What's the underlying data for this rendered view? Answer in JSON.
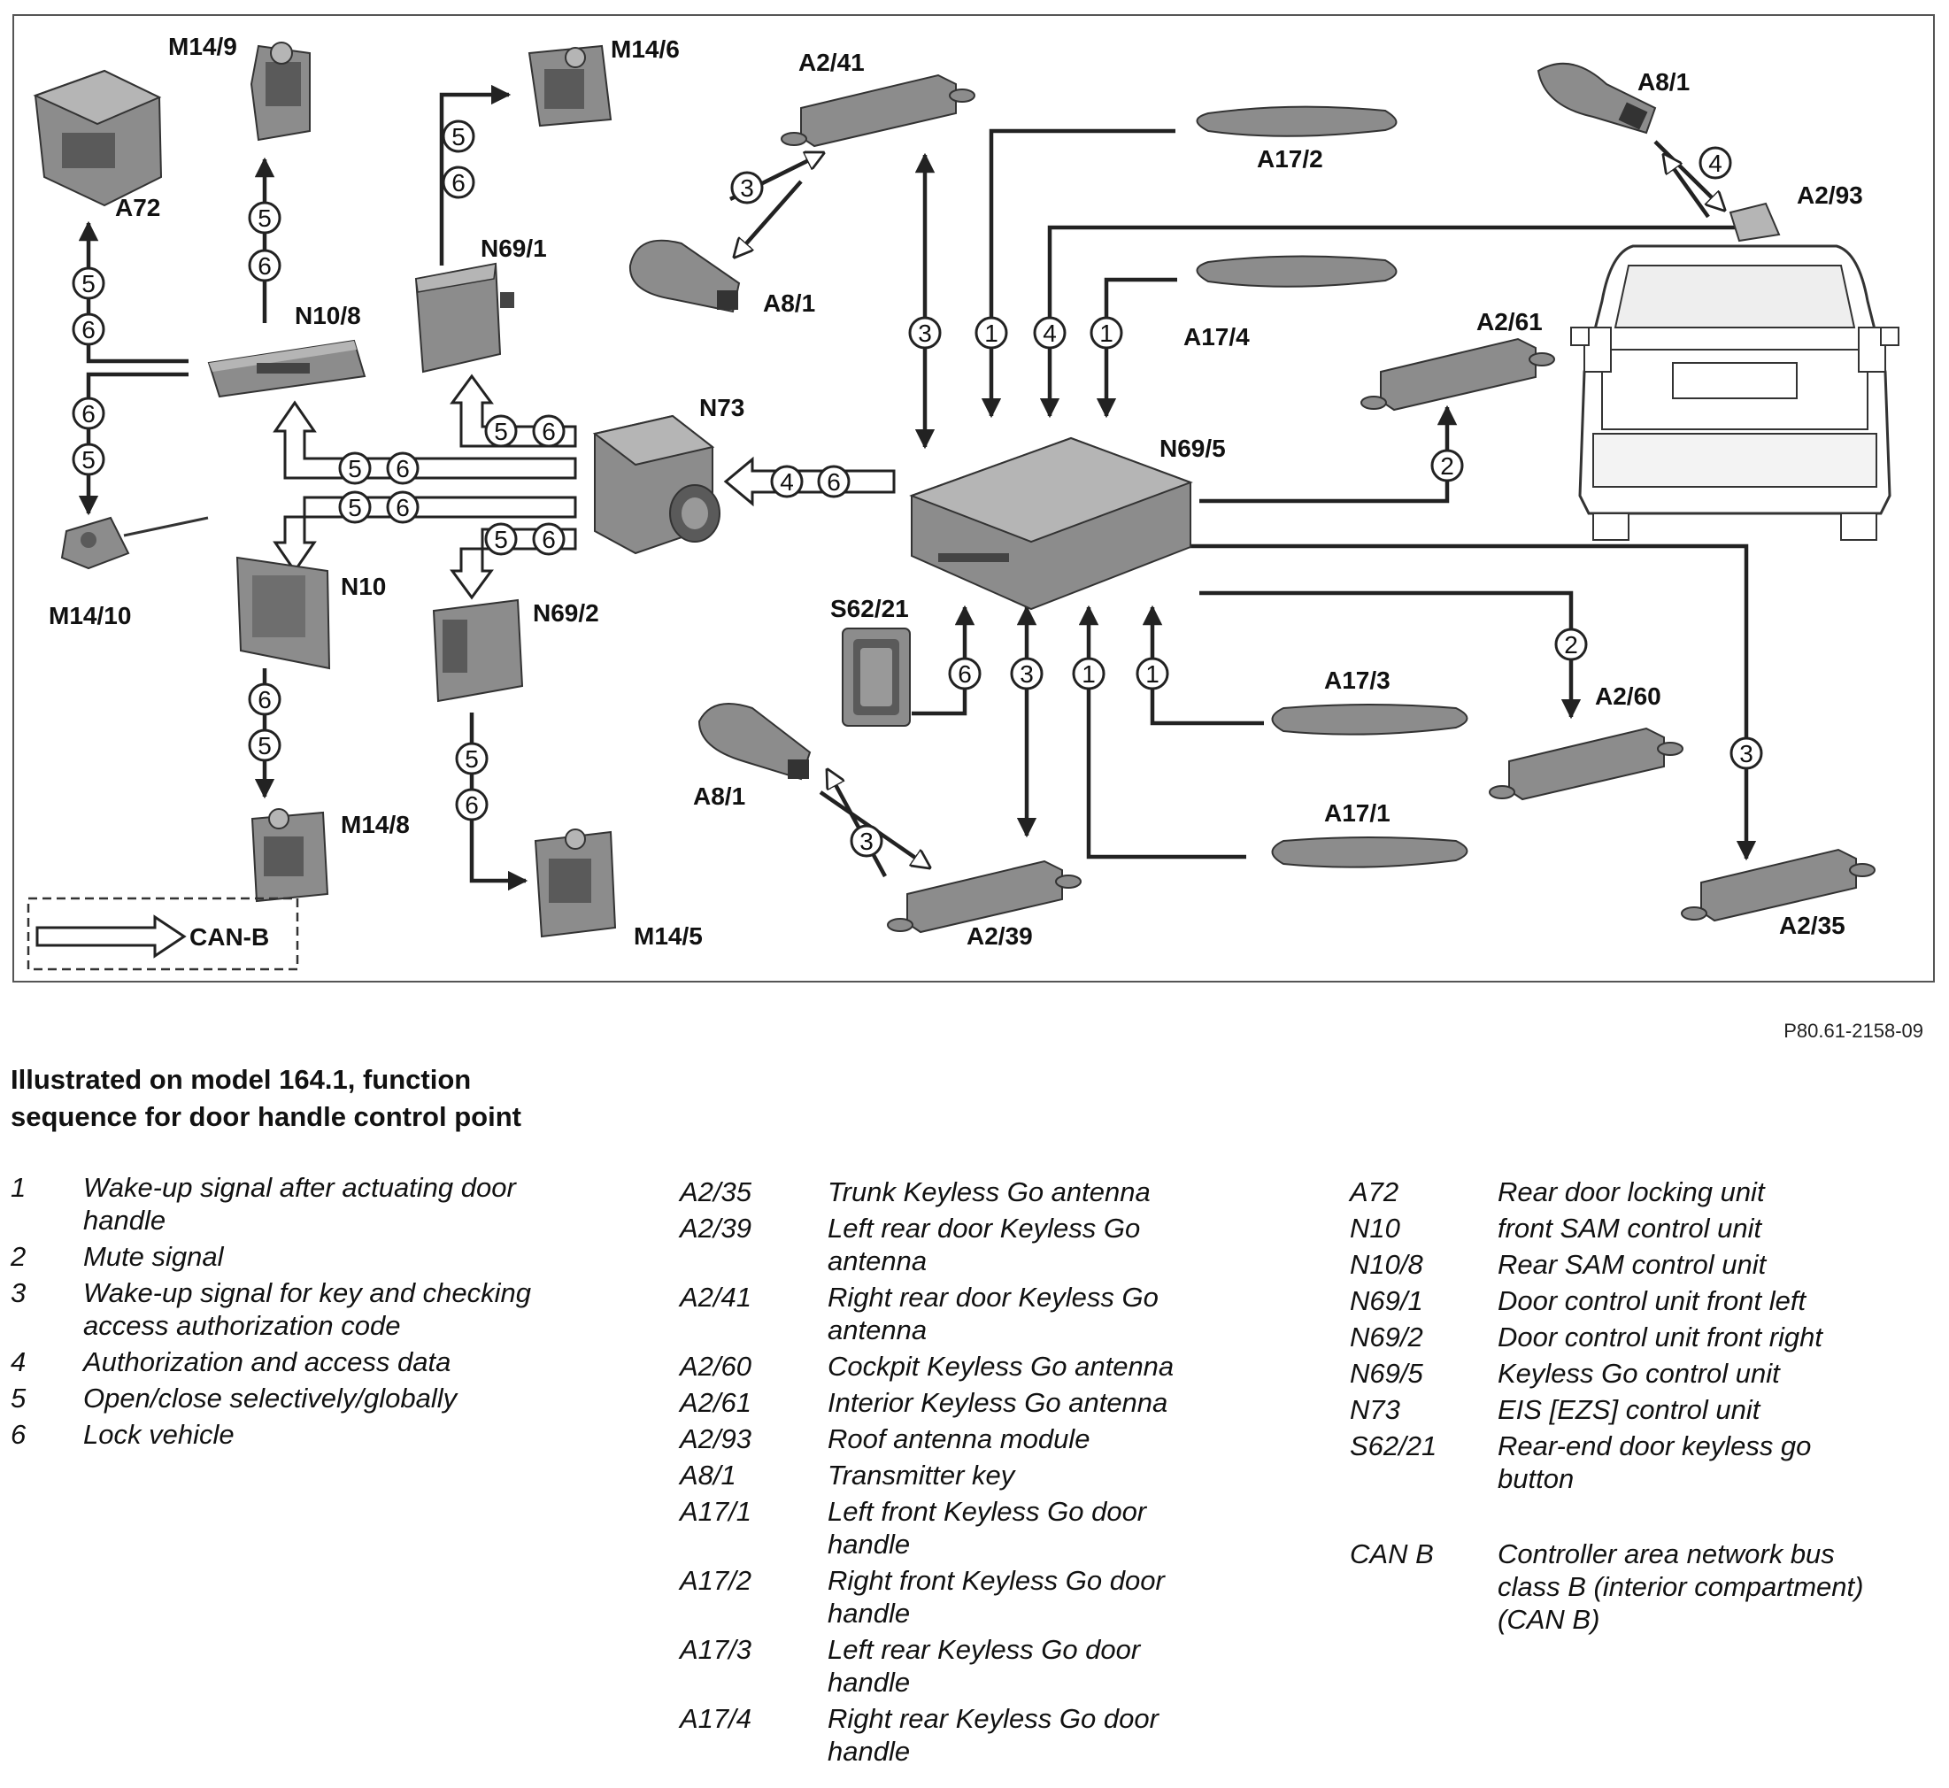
{
  "components": {
    "A72": "A72",
    "M14_9": "M14/9",
    "M14_6": "M14/6",
    "A2_41": "A2/41",
    "A17_2": "A17/2",
    "A8_1": "A8/1",
    "A2_93": "A2/93",
    "N69_1": "N69/1",
    "N10_8": "N10/8",
    "A17_4": "A17/4",
    "A2_61": "A2/61",
    "N73": "N73",
    "N69_5": "N69/5",
    "M14_10": "M14/10",
    "N10": "N10",
    "N69_2": "N69/2",
    "S62_21": "S62/21",
    "A17_3": "A17/3",
    "A2_60": "A2/60",
    "A17_1": "A17/1",
    "M14_8": "M14/8",
    "M14_5": "M14/5",
    "A2_39": "A2/39",
    "A2_35": "A2/35"
  },
  "can_legend": "CAN-B",
  "reference": "P80.61-2158-09",
  "title_lines": [
    "Illustrated on model 164.1, function",
    "sequence for door handle control point"
  ],
  "legend_functions": [
    {
      "id": "1",
      "lines": [
        "Wake-up signal after actuating door",
        "handle"
      ]
    },
    {
      "id": "2",
      "lines": [
        "Mute signal"
      ]
    },
    {
      "id": "3",
      "lines": [
        "Wake-up signal for key and checking",
        "access authorization code"
      ]
    },
    {
      "id": "4",
      "lines": [
        "Authorization and access data"
      ]
    },
    {
      "id": "5",
      "lines": [
        "Open/close selectively/globally"
      ]
    },
    {
      "id": "6",
      "lines": [
        "Lock vehicle"
      ]
    }
  ],
  "legend_components_a": [
    {
      "code": "A2/35",
      "lines": [
        "Trunk Keyless Go antenna"
      ]
    },
    {
      "code": "A2/39",
      "lines": [
        "Left rear door Keyless Go",
        "antenna"
      ]
    },
    {
      "code": "A2/41",
      "lines": [
        "Right rear door Keyless Go",
        "antenna"
      ]
    },
    {
      "code": "A2/60",
      "lines": [
        "Cockpit Keyless Go antenna"
      ]
    },
    {
      "code": "A2/61",
      "lines": [
        "Interior Keyless Go antenna"
      ]
    },
    {
      "code": "A2/93",
      "lines": [
        "Roof antenna module"
      ]
    },
    {
      "code": "A8/1",
      "lines": [
        "Transmitter key"
      ]
    },
    {
      "code": "A17/1",
      "lines": [
        "Left front Keyless Go door",
        "handle"
      ]
    },
    {
      "code": "A17/2",
      "lines": [
        "Right front Keyless Go door",
        "handle"
      ]
    },
    {
      "code": "A17/3",
      "lines": [
        "Left rear Keyless Go door",
        "handle"
      ]
    },
    {
      "code": "A17/4",
      "lines": [
        "Right rear Keyless Go door",
        "handle"
      ]
    }
  ],
  "legend_components_b": [
    {
      "code": "A72",
      "lines": [
        "Rear door locking unit"
      ]
    },
    {
      "code": "N10",
      "lines": [
        "front SAM control unit"
      ]
    },
    {
      "code": "N10/8",
      "lines": [
        "Rear SAM control unit"
      ]
    },
    {
      "code": "N69/1",
      "lines": [
        "Door control unit front left"
      ]
    },
    {
      "code": "N69/2",
      "lines": [
        "Door control unit front right"
      ]
    },
    {
      "code": "N69/5",
      "lines": [
        "Keyless Go control unit"
      ]
    },
    {
      "code": "N73",
      "lines": [
        "EIS [EZS] control unit"
      ]
    },
    {
      "code": "S62/21",
      "lines": [
        "Rear-end door keyless go",
        "button"
      ]
    },
    {
      "code": "CAN B",
      "lines": [
        "Controller area network bus",
        "class B (interior compartment)",
        "(CAN B)"
      ]
    }
  ],
  "colors": {
    "line": "#222222",
    "component_fill": "#8c8c8c",
    "component_dark": "#5a5a5a",
    "frame": "#555555"
  }
}
